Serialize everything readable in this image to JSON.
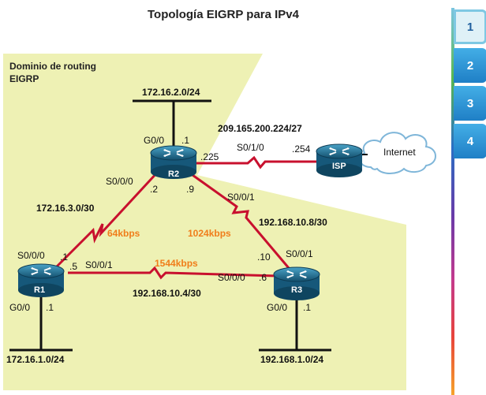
{
  "title": "Topología EIGRP para IPv4",
  "domain": {
    "line1": "Dominio de routing",
    "line2": "EIGRP"
  },
  "routers": {
    "r1": "R1",
    "r2": "R2",
    "r3": "R3",
    "isp": "ISP"
  },
  "cloud": "Internet",
  "networks": {
    "r1_lan": "172.16.1.0/24",
    "r2_lan": "172.16.2.0/24",
    "r3_lan": "192.168.1.0/24",
    "isp_link": "209.165.200.224/27",
    "r1_r2": "172.16.3.0/30",
    "r2_r3": "192.168.10.8/30",
    "r1_r3": "192.168.10.4/30"
  },
  "speeds": {
    "r1_r2": "64kbps",
    "r2_r3": "1024kbps",
    "r1_r3": "1544kbps"
  },
  "interfaces": {
    "r2_g00": "G0/0",
    "r2_g00_ip": ".1",
    "r2_s010": "S0/1/0",
    "r2_s010_ip": ".225",
    "isp_ip": ".254",
    "r2_s000": "S0/0/0",
    "r2_s000_ip": ".2",
    "r2_s001_ip": ".9",
    "r2_s001": "S0/0/1",
    "r1_s000": "S0/0/0",
    "r1_s000_ip": ".1",
    "r1_s001": "S0/0/1",
    "r1_s001_ip": ".5",
    "r1_g00": "G0/0",
    "r1_g00_ip": ".1",
    "r3_s001": "S0/0/1",
    "r3_s001_ip": ".10",
    "r3_s000": "S0/0/0",
    "r3_s000_ip": ".6",
    "r3_g00": "G0/0",
    "r3_g00_ip": ".1"
  },
  "tabs": [
    "1",
    "2",
    "3",
    "4"
  ],
  "colors": {
    "domain_fill": "#eef1b4",
    "link": "#c8102e",
    "speed": "#f07d1a",
    "router": "#1f6f93"
  }
}
